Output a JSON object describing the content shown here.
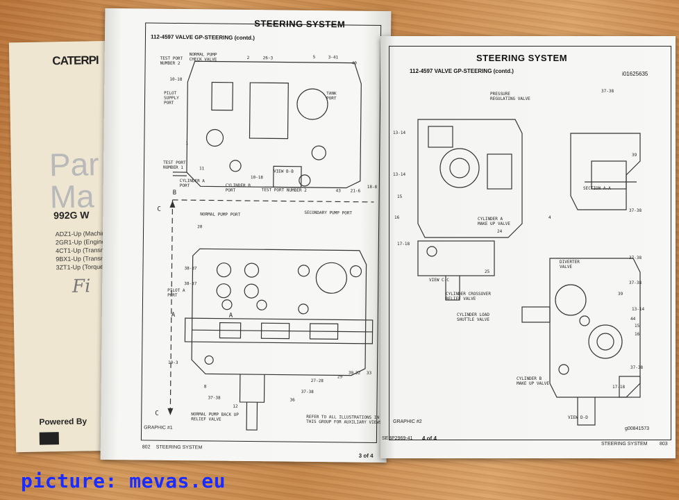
{
  "cover": {
    "brand": "CATERPI",
    "title_line1": "Par",
    "title_line2": "Ma",
    "model": "992G W",
    "serials": [
      "ADZ1-Up (Machine)",
      "2GR1-Up (Engine)",
      "4CT1-Up (Transmiss",
      "9BX1-Up (Transmiss",
      "3ZT1-Up (Torque Co"
    ],
    "handwriting": "Fi",
    "powered_by": "Powered By"
  },
  "left_page": {
    "header": "STEERING SYSTEM",
    "subheader": "112-4597 VALVE GP-STEERING (contd.)",
    "labels_top": [
      "TEST PORT\nNUMBER 2",
      "NORMAL PUMP\nCHECK VALVE",
      "2",
      "26-3",
      "5",
      "3-41",
      "40",
      "10-18",
      "PILOT\nSUPPLY\nPORT",
      "TANK\nPORT",
      "1",
      "TEST PORT\nNUMBER 1",
      "11",
      "CYLINDER A\nPORT",
      "CYLINDER B\nPORT",
      "10-18",
      "VIEW B-B",
      "TEST PORT NUMBER 2",
      "43",
      "21-6",
      "18-8"
    ],
    "labels_bottom": [
      "B",
      "C",
      "NORMAL PUMP PORT",
      "SECONDARY PUMP PORT",
      "20",
      "38-37",
      "38-37",
      "PILOT A\nPORT",
      "A",
      "A",
      "19-3",
      "29",
      "30",
      "32",
      "33",
      "27-28",
      "37-38",
      "8",
      "37-38",
      "36",
      "12",
      "NORMAL PUMP BACK UP\nRELIEF VALVE",
      "REFER TO ALL ILLUSTRATIONS IN\nTHIS GROUP FOR AUXILIARY VIEWS",
      "C"
    ],
    "graphic": "GRAPHIC #1",
    "page_no": "802",
    "footer_title": "STEERING SYSTEM",
    "page_of": "3 of 4"
  },
  "right_page": {
    "header": "STEERING SYSTEM",
    "subheader": "112-4597 VALVE GP-STEERING (contd.)",
    "doc_id": "i01625635",
    "labels": [
      "PRESSURE\nREGULATING VALVE",
      "37-38",
      "13-14",
      "13-14",
      "39",
      "SECTION A-A",
      "15",
      "16",
      "17-18",
      "CYLINDER A\nMAKE UP VALVE",
      "VIEW C-C",
      "4",
      "37-38",
      "24",
      "DIVERTER\nVALVE",
      "37-38",
      "25",
      "37-38",
      "39",
      "CYLINDER CROSSOVER\nRELIEF VALVE",
      "CYLINDER LOAD\nSHUTTLE VALVE",
      "13-14",
      "44",
      "15",
      "16",
      "37-38",
      "CYLINDER B\nMAKE UP VALVE",
      "17-18",
      "VIEW D-D"
    ],
    "graphic": "GRAPHIC #2",
    "doc_code": "SEBP2969-41",
    "page_of": "4 of 4",
    "footer_title": "STEERING SYSTEM",
    "page_no": "803",
    "image_id": "g00841573"
  },
  "watermark": "picture: mevas.eu"
}
